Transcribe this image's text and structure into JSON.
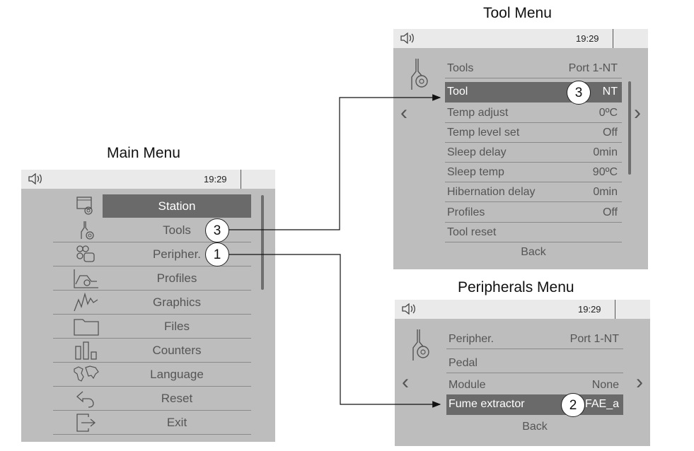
{
  "titles": {
    "main": "Main Menu",
    "tool": "Tool Menu",
    "peripherals": "Peripherals Menu"
  },
  "status_time": "19:29",
  "main_menu": {
    "items": [
      {
        "label": "Station",
        "icon": "station-icon"
      },
      {
        "label": "Tools",
        "icon": "tool-icon"
      },
      {
        "label": "Peripher.",
        "icon": "peripherals-icon"
      },
      {
        "label": "Profiles",
        "icon": "profiles-icon"
      },
      {
        "label": "Graphics",
        "icon": "graphics-icon"
      },
      {
        "label": "Files",
        "icon": "folder-icon"
      },
      {
        "label": "Counters",
        "icon": "counters-icon"
      },
      {
        "label": "Language",
        "icon": "world-map-icon"
      },
      {
        "label": "Reset",
        "icon": "reset-icon"
      },
      {
        "label": "Exit",
        "icon": "exit-icon"
      }
    ],
    "selected": "Station"
  },
  "tool_menu": {
    "header": {
      "label": "Tools",
      "value": "Port 1-NT"
    },
    "rows": [
      {
        "label": "Tool",
        "value": "NT"
      },
      {
        "label": "Temp adjust",
        "value": "0ºC"
      },
      {
        "label": "Temp level set",
        "value": "Off"
      },
      {
        "label": "Sleep delay",
        "value": "0min"
      },
      {
        "label": "Sleep temp",
        "value": "90ºC"
      },
      {
        "label": "Hibernation delay",
        "value": "0min"
      },
      {
        "label": "Profiles",
        "value": "Off"
      },
      {
        "label": "Tool reset",
        "value": ""
      }
    ],
    "back": "Back"
  },
  "peripherals_menu": {
    "header": {
      "label": "Peripher.",
      "value": "Port 1-NT"
    },
    "rows": [
      {
        "label": "Pedal",
        "value": ""
      },
      {
        "label": "Module",
        "value": "None"
      },
      {
        "label": "Fume extractor",
        "value": "FAE_a"
      }
    ],
    "back": "Back"
  },
  "callouts": {
    "tools": "3",
    "peripher": "1",
    "tool_row": "3",
    "fume_row": "2"
  }
}
